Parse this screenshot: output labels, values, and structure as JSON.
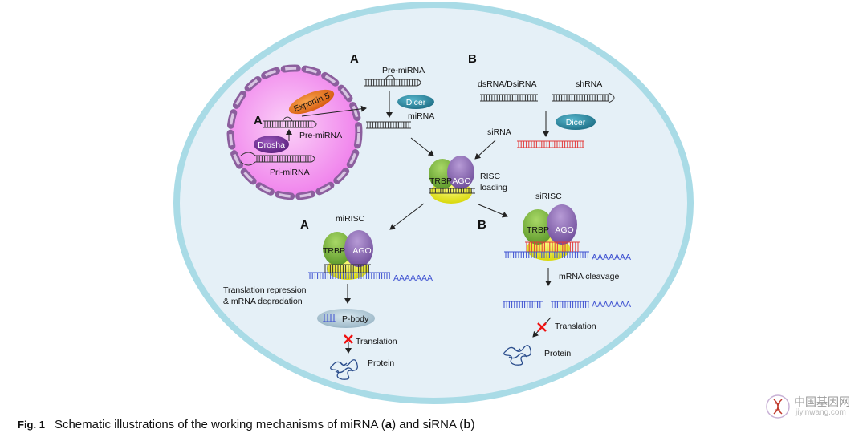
{
  "diagram": {
    "section_a_top": "A",
    "section_b_top": "B",
    "section_a_nucleus": "A",
    "section_a_bottom": "A",
    "section_b_bottom": "B",
    "pre_mirna_top": "Pre-miRNA",
    "dicer_a": "Dicer",
    "mirna": "miRNA",
    "exportin": "Exportin 5",
    "pre_mirna_nucleus": "Pre-miRNA",
    "drosha": "Drosha",
    "pri_mirna": "Pri-miRNA",
    "dsrna": "dsRNA/DsiRNA",
    "shrna": "shRNA",
    "dicer_b": "Dicer",
    "sirna": "siRNA",
    "trbp": "TRBP",
    "ago": "AGO",
    "risc_loading_1": "RISC",
    "risc_loading_2": "loading",
    "mirisc": "miRISC",
    "sirisc": "siRISC",
    "poly_a": "AAAAAAA",
    "translation_repression_1": "Translation repression",
    "translation_repression_2": "& mRNA degradation",
    "p_body": "P-body",
    "translation_a": "Translation",
    "protein_a": "Protein",
    "mrna_cleavage": "mRNA cleavage",
    "translation_b": "Translation",
    "protein_b": "Protein"
  },
  "caption": {
    "fig_label": "Fig. 1",
    "text_1": "Schematic illustrations of the working mechanisms of miRNA (",
    "a": "a",
    "text_2": ") and siRNA (",
    "b": "b",
    "text_3": ")"
  },
  "watermark": {
    "cn": "中国基因网",
    "en": "jiyinwang.com"
  },
  "colors": {
    "cell_border": "#a9dbe6",
    "cell_fill": "#e4f0f7",
    "nucleus": "#f287ee",
    "envelope": "#b79ac7",
    "exportin": "#ef7a1e",
    "dicer": "#2e8ca4",
    "drosha": "#6d2c8f",
    "trbp": "#79b23c",
    "ago": "#8f6cb2",
    "yellow": "#ecec1c",
    "sirna": "#e23a3a",
    "mrna": "#3c4fd0"
  }
}
